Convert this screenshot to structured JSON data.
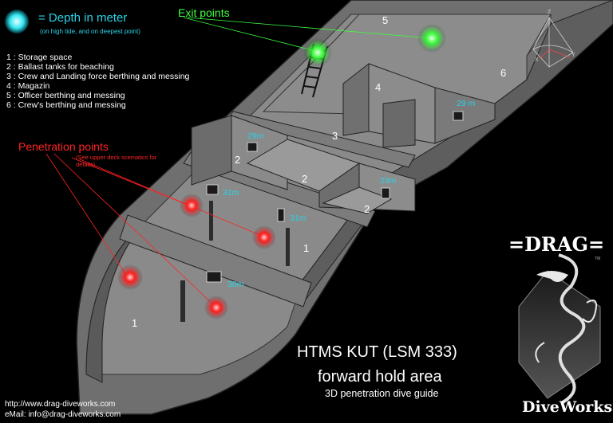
{
  "legend": {
    "depth_title": "= Depth in meter",
    "depth_subtitle": "(on high tide, and on deepest point)",
    "items": [
      "1 : Storage space",
      "2 : Ballast tanks for beaching",
      "3 : Crew and Landing force berthing and messing",
      "4 : Magazin",
      "5 : Officer berthing and messing",
      "6 : Crew's berthing and messing"
    ]
  },
  "exit_points": {
    "label": "Exit points"
  },
  "penetration_points": {
    "label": "Penetration points",
    "note": "(See upper deck scematics for details)"
  },
  "depth_labels": [
    "29 m",
    "29m",
    "29m",
    "31m",
    "31m",
    "30m"
  ],
  "compartment_numbers": [
    "1",
    "1",
    "2",
    "2",
    "2",
    "3",
    "4",
    "5",
    "6"
  ],
  "title": {
    "line1": "HTMS KUT (LSM 333)",
    "line2": "forward hold area",
    "line3": "3D penetration dive guide"
  },
  "footer": {
    "website": "http://www.drag-diveworks.com",
    "email": "eMail: info@drag-diveworks.com"
  },
  "logo": {
    "top": "=DRAG=",
    "bottom": "DiveWorks",
    "tm": "TM"
  },
  "axis_gizmo": {
    "x": "X",
    "y": "Y",
    "z": "Z"
  },
  "colors": {
    "background": "#000000",
    "depth_marker": "#29d3e6",
    "exit_marker": "#3dff3d",
    "penetration_marker": "#ff2323",
    "hull": "#7a7a7a",
    "floor": "#8e8e8e"
  }
}
